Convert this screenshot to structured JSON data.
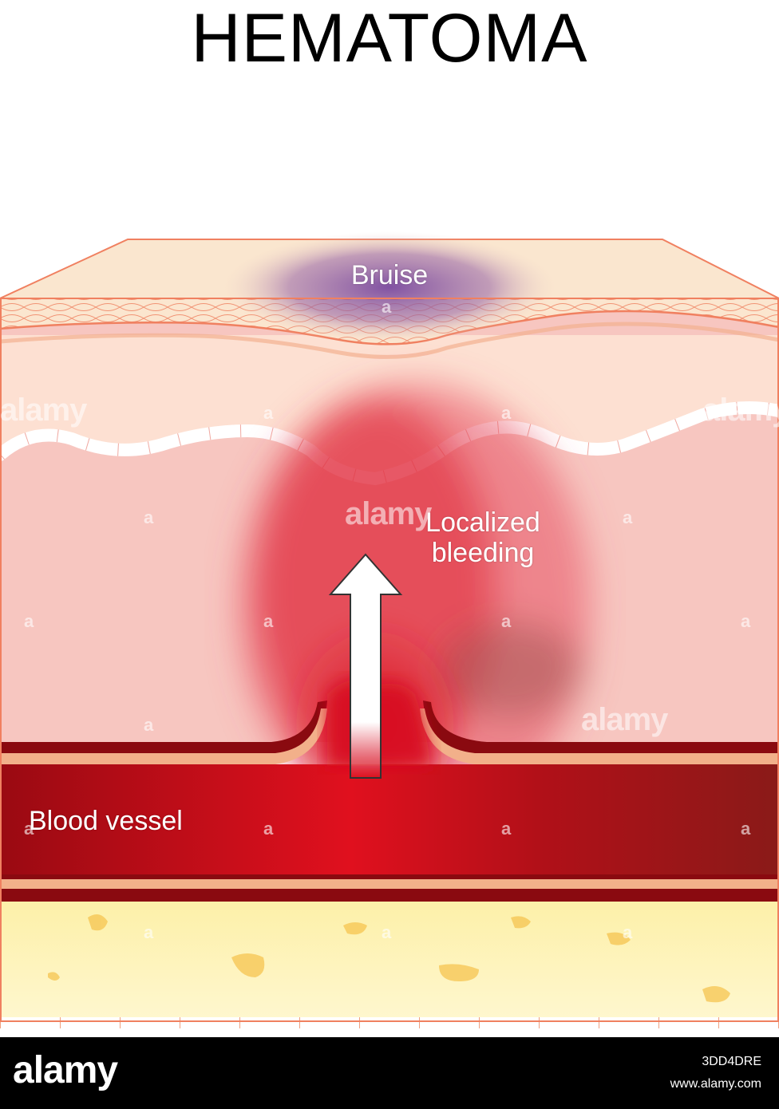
{
  "title": "HEMATOMA",
  "labels": {
    "bruise": "Bruise",
    "localized_bleeding": "Localized\nbleeding",
    "blood_vessel": "Blood vessel"
  },
  "watermark": {
    "text": "alamy",
    "small": "a"
  },
  "footer": {
    "logo": "alamy",
    "image_id": "3DD4DRE",
    "url": "www.alamy.com"
  },
  "colors": {
    "epidermis": "#fbe3cf",
    "dermis": "#f6b8b8",
    "bruise": "#8a5aa0",
    "blood": "#e0101e",
    "vessel_wall": "#7a0a0a",
    "fat": "#fdf3b0",
    "outline": "#f08060"
  }
}
